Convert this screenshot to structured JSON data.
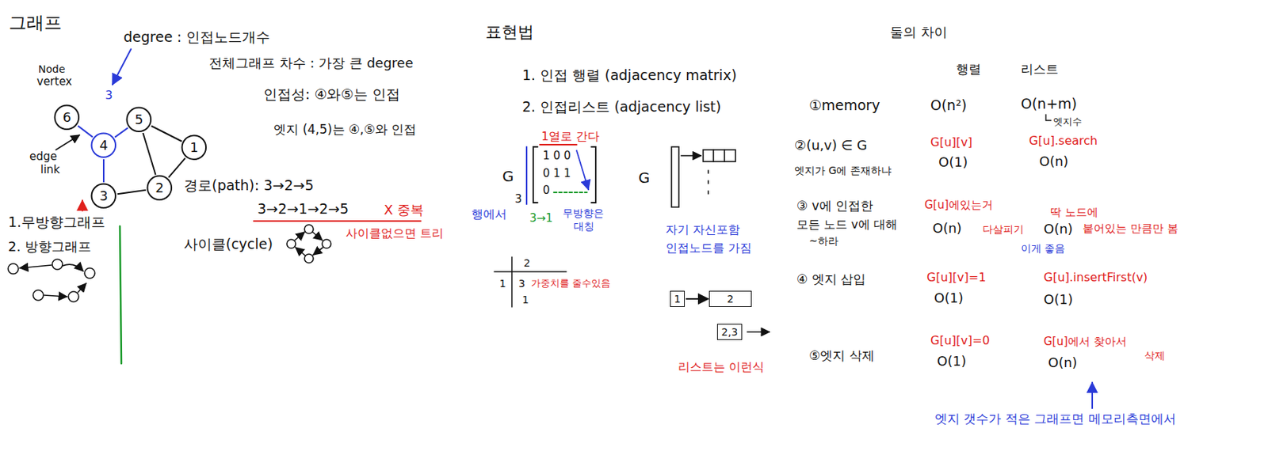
{
  "diagram": {
    "nodes": [
      {
        "text": [
          "6"
        ]
      },
      {
        "text": [
          "4"
        ]
      },
      {
        "text": [
          "5"
        ]
      },
      {
        "text": [
          "1"
        ]
      },
      {
        "text": [
          "3"
        ]
      },
      {
        "text": [
          "2"
        ]
      },
      {
        "text": [
          "1"
        ]
      },
      {
        "text": [
          "2"
        ]
      },
      {
        "text": [
          "2,3"
        ]
      }
    ],
    "edges": [
      {
        "from": 0,
        "to": 1,
        "arrow": "none"
      },
      {
        "from": 1,
        "to": 2,
        "arrow": "none"
      },
      {
        "from": 1,
        "to": 4,
        "arrow": "none"
      },
      {
        "from": 2,
        "to": 3,
        "arrow": "none"
      },
      {
        "from": 2,
        "to": 5,
        "arrow": "none"
      },
      {
        "from": 4,
        "to": 5,
        "arrow": "none"
      },
      {
        "from": 3,
        "to": 5,
        "arrow": "none"
      },
      {
        "from": 6,
        "to": 7,
        "arrow": "to"
      }
    ],
    "labels": [
      "그래프",
      "Node",
      "vertex",
      "degree : 인접노드개수",
      "전체그래프 차수 : 가장 큰 degree",
      "3",
      "edge",
      "link",
      "인접성: ④와⑤는 인접",
      "엣지 (4,5)는 ④,⑤와 인접",
      "1.무방향그래프",
      "2. 방향그래프",
      "경로(path): 3→2→5",
      "3→2→1→2→5",
      "X 중복",
      "사이클(cycle)",
      "사이클없으면 트리",
      "표현법",
      "1. 인접 행렬 (adjacency matrix)",
      "2. 인접리스트 (adjacency list)",
      "1열로 간다",
      "G",
      "1 0 0",
      "0 1 1",
      "0",
      "3",
      "행에서",
      "3→1",
      "무방향은",
      "대칭",
      "2",
      "1",
      "3",
      "가중치를 줄수있음",
      "1",
      "G",
      "자기 자신포함",
      "인접노드를 가짐",
      "리스트는 이런식",
      "둘의 차이",
      "행렬",
      "리스트",
      "①memory",
      "O(n²)",
      "O(n+m)",
      "엣지수",
      "②(u,v) ∈ G",
      "엣지가 G에 존재하냐",
      "G[u][v]",
      "O(1)",
      "G[u].search",
      "O(n)",
      "③ v에 인접한",
      "모든 노드 v에 대해",
      "~하라",
      "G[u]에있는거",
      "다살피기",
      "O(n)",
      "딱 노드에",
      "O(n)",
      "붙어있는 만큼만 봄",
      "이게 좋음",
      "④ 엣지 삽입",
      "G[u][v]=1",
      "O(1)",
      "G[u].insertFirst(v)",
      "O(1)",
      "⑤엣지 삭제",
      "G[u][v]=0",
      "O(1)",
      "G[u]에서 찾아서",
      "삭제",
      "O(n)",
      "엣지 갯수가 적은 그래프면 메모리측면에서"
    ]
  }
}
